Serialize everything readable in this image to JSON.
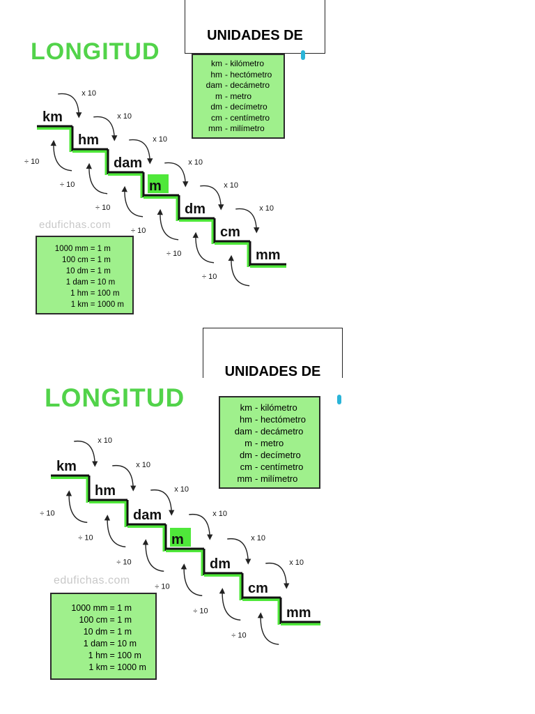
{
  "title_line1": "UNIDADES DE",
  "title_line2": "MEDIDA",
  "heading": "LONGITUD",
  "watermark": "edufichas.com",
  "units": [
    "km",
    "hm",
    "dam",
    "m",
    "dm",
    "cm",
    "mm"
  ],
  "multiply_label": "x 10",
  "divide_label": "÷ 10",
  "legend": [
    {
      "abbr": "km",
      "name": "kilómetro"
    },
    {
      "abbr": "hm",
      "name": "hectómetro"
    },
    {
      "abbr": "dam",
      "name": "decámetro"
    },
    {
      "abbr": "m",
      "name": "metro"
    },
    {
      "abbr": "dm",
      "name": "decímetro"
    },
    {
      "abbr": "cm",
      "name": "centímetro"
    },
    {
      "abbr": "mm",
      "name": "milímetro"
    }
  ],
  "equivalences": [
    {
      "lhs": "1000 mm",
      "rhs": "1 m"
    },
    {
      "lhs": "100 cm",
      "rhs": "1 m"
    },
    {
      "lhs": "10 dm",
      "rhs": "1 m"
    },
    {
      "lhs": "1 dam",
      "rhs": "10 m"
    },
    {
      "lhs": "1 hm",
      "rhs": "100 m"
    },
    {
      "lhs": "1 km",
      "rhs": "1000 m"
    }
  ],
  "colors": {
    "green_text": "#52d34a",
    "green_fill": "#9ff08c",
    "highlight": "#4fe83a"
  }
}
